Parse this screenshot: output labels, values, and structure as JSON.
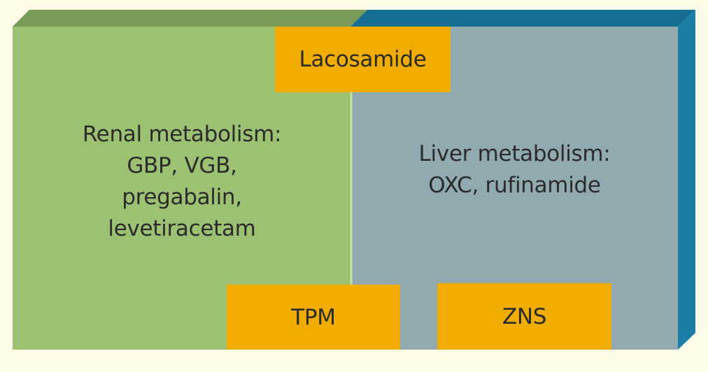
{
  "colors": {
    "background": "#fdfbe8",
    "renal_panel": "#9cc173",
    "renal_top_face": "#7a9a58",
    "liver_panel": "#91aab0",
    "liver_top_face": "#166e93",
    "liver_side_face": "#1b7ea7",
    "divider": "#c5e39a",
    "drug_box": "#f0ad00",
    "text": "#2b2b2b"
  },
  "renal": {
    "lines": [
      "Renal metabolism:",
      "GBP, VGB,",
      "pregabalin,",
      "levetiracetam"
    ]
  },
  "liver": {
    "lines": [
      "Liver metabolism:",
      "OXC, rufinamide"
    ]
  },
  "shared": {
    "top_label": "Lacosamide",
    "bottom_left_label": "TPM",
    "bottom_right_label": "ZNS"
  }
}
